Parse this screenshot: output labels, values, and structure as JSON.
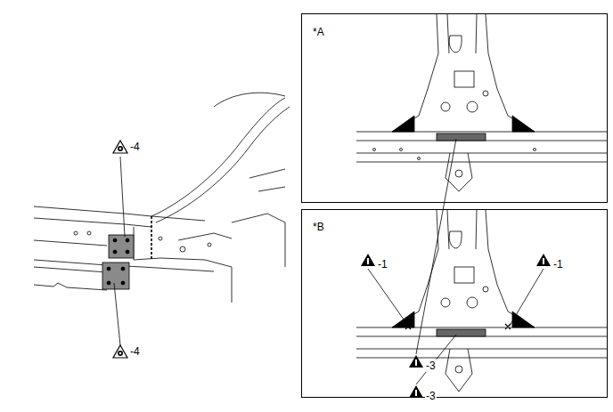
{
  "diagram": {
    "labels": [
      "-4",
      "-4",
      "*A",
      "-3",
      "*B",
      "-1",
      "-1",
      "-3"
    ]
  }
}
